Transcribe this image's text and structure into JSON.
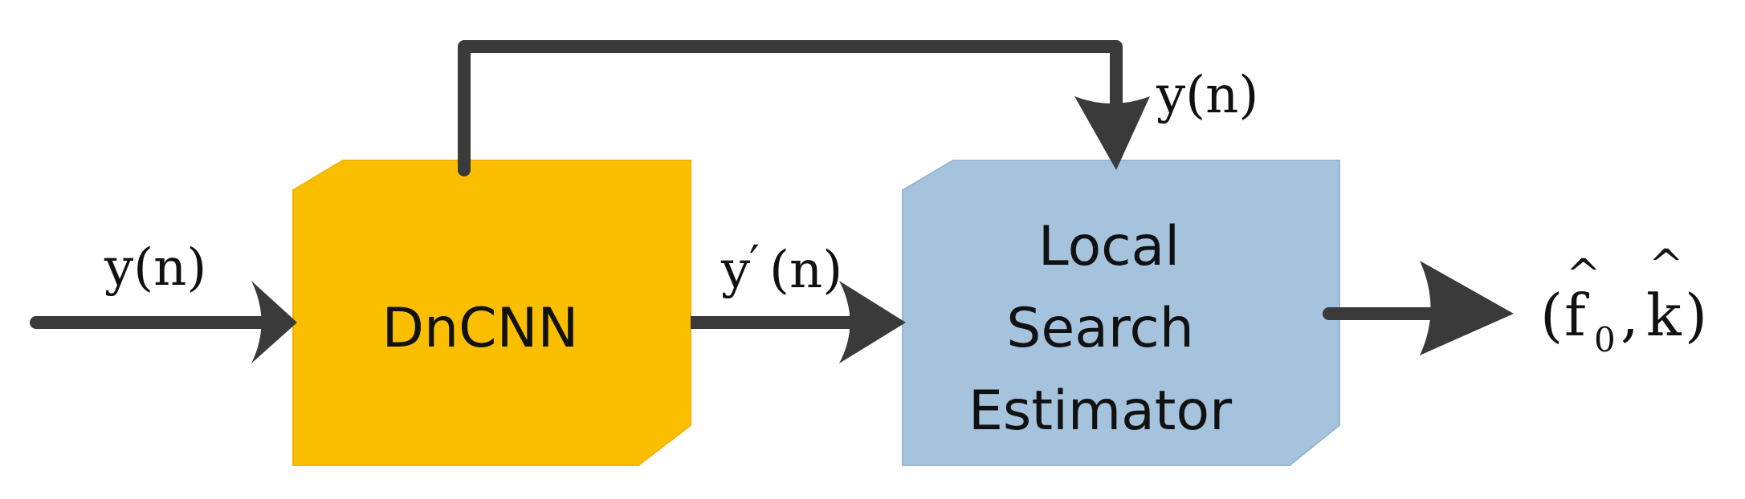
{
  "colors": {
    "line": "#3a3a3a",
    "dncnn_fill": "#fcbf00",
    "dncnn_edge": "#f3b400",
    "estimator_fill": "#a6c3de",
    "estimator_edge": "#98b6d2",
    "text": "#111111"
  },
  "labels": {
    "input_signal": "y(n)",
    "feedback_signal": "y(n)",
    "denoised_var": "y",
    "denoised_prime": "′",
    "denoised_arg": "(n)",
    "output_open": "(",
    "output_f": "f",
    "output_sub": "0",
    "output_comma": ",",
    "output_k": "k",
    "output_close": ")",
    "hat": "^"
  },
  "blocks": {
    "dncnn": {
      "label": "DnCNN"
    },
    "estimator": {
      "lines": [
        "Local",
        "Search",
        "Estimator"
      ]
    }
  }
}
